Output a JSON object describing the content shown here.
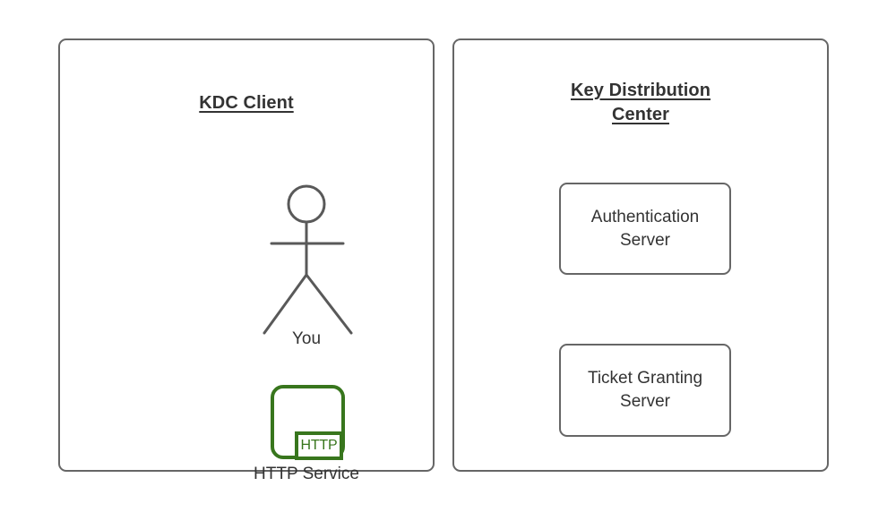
{
  "diagram": {
    "type": "kerberos-architecture",
    "background_color": "#ffffff",
    "stroke_color": "#666666",
    "text_color": "#333333",
    "accent_color": "#38761d",
    "panels": [
      {
        "id": "kdc-client",
        "title": "KDC Client",
        "nodes": [
          {
            "id": "actor-you",
            "label": "You",
            "icon": "stick-figure-icon"
          },
          {
            "id": "http-service",
            "label": "HTTP Service",
            "icon": "http-service-icon",
            "badge": "HTTP"
          }
        ]
      },
      {
        "id": "key-distribution-center",
        "title_line1": "Key Distribution",
        "title_line2": "Center",
        "nodes": [
          {
            "id": "authentication-server",
            "label_line1": "Authentication",
            "label_line2": "Server"
          },
          {
            "id": "ticket-granting-server",
            "label_line1": "Ticket Granting",
            "label_line2": "Server"
          }
        ]
      }
    ]
  }
}
